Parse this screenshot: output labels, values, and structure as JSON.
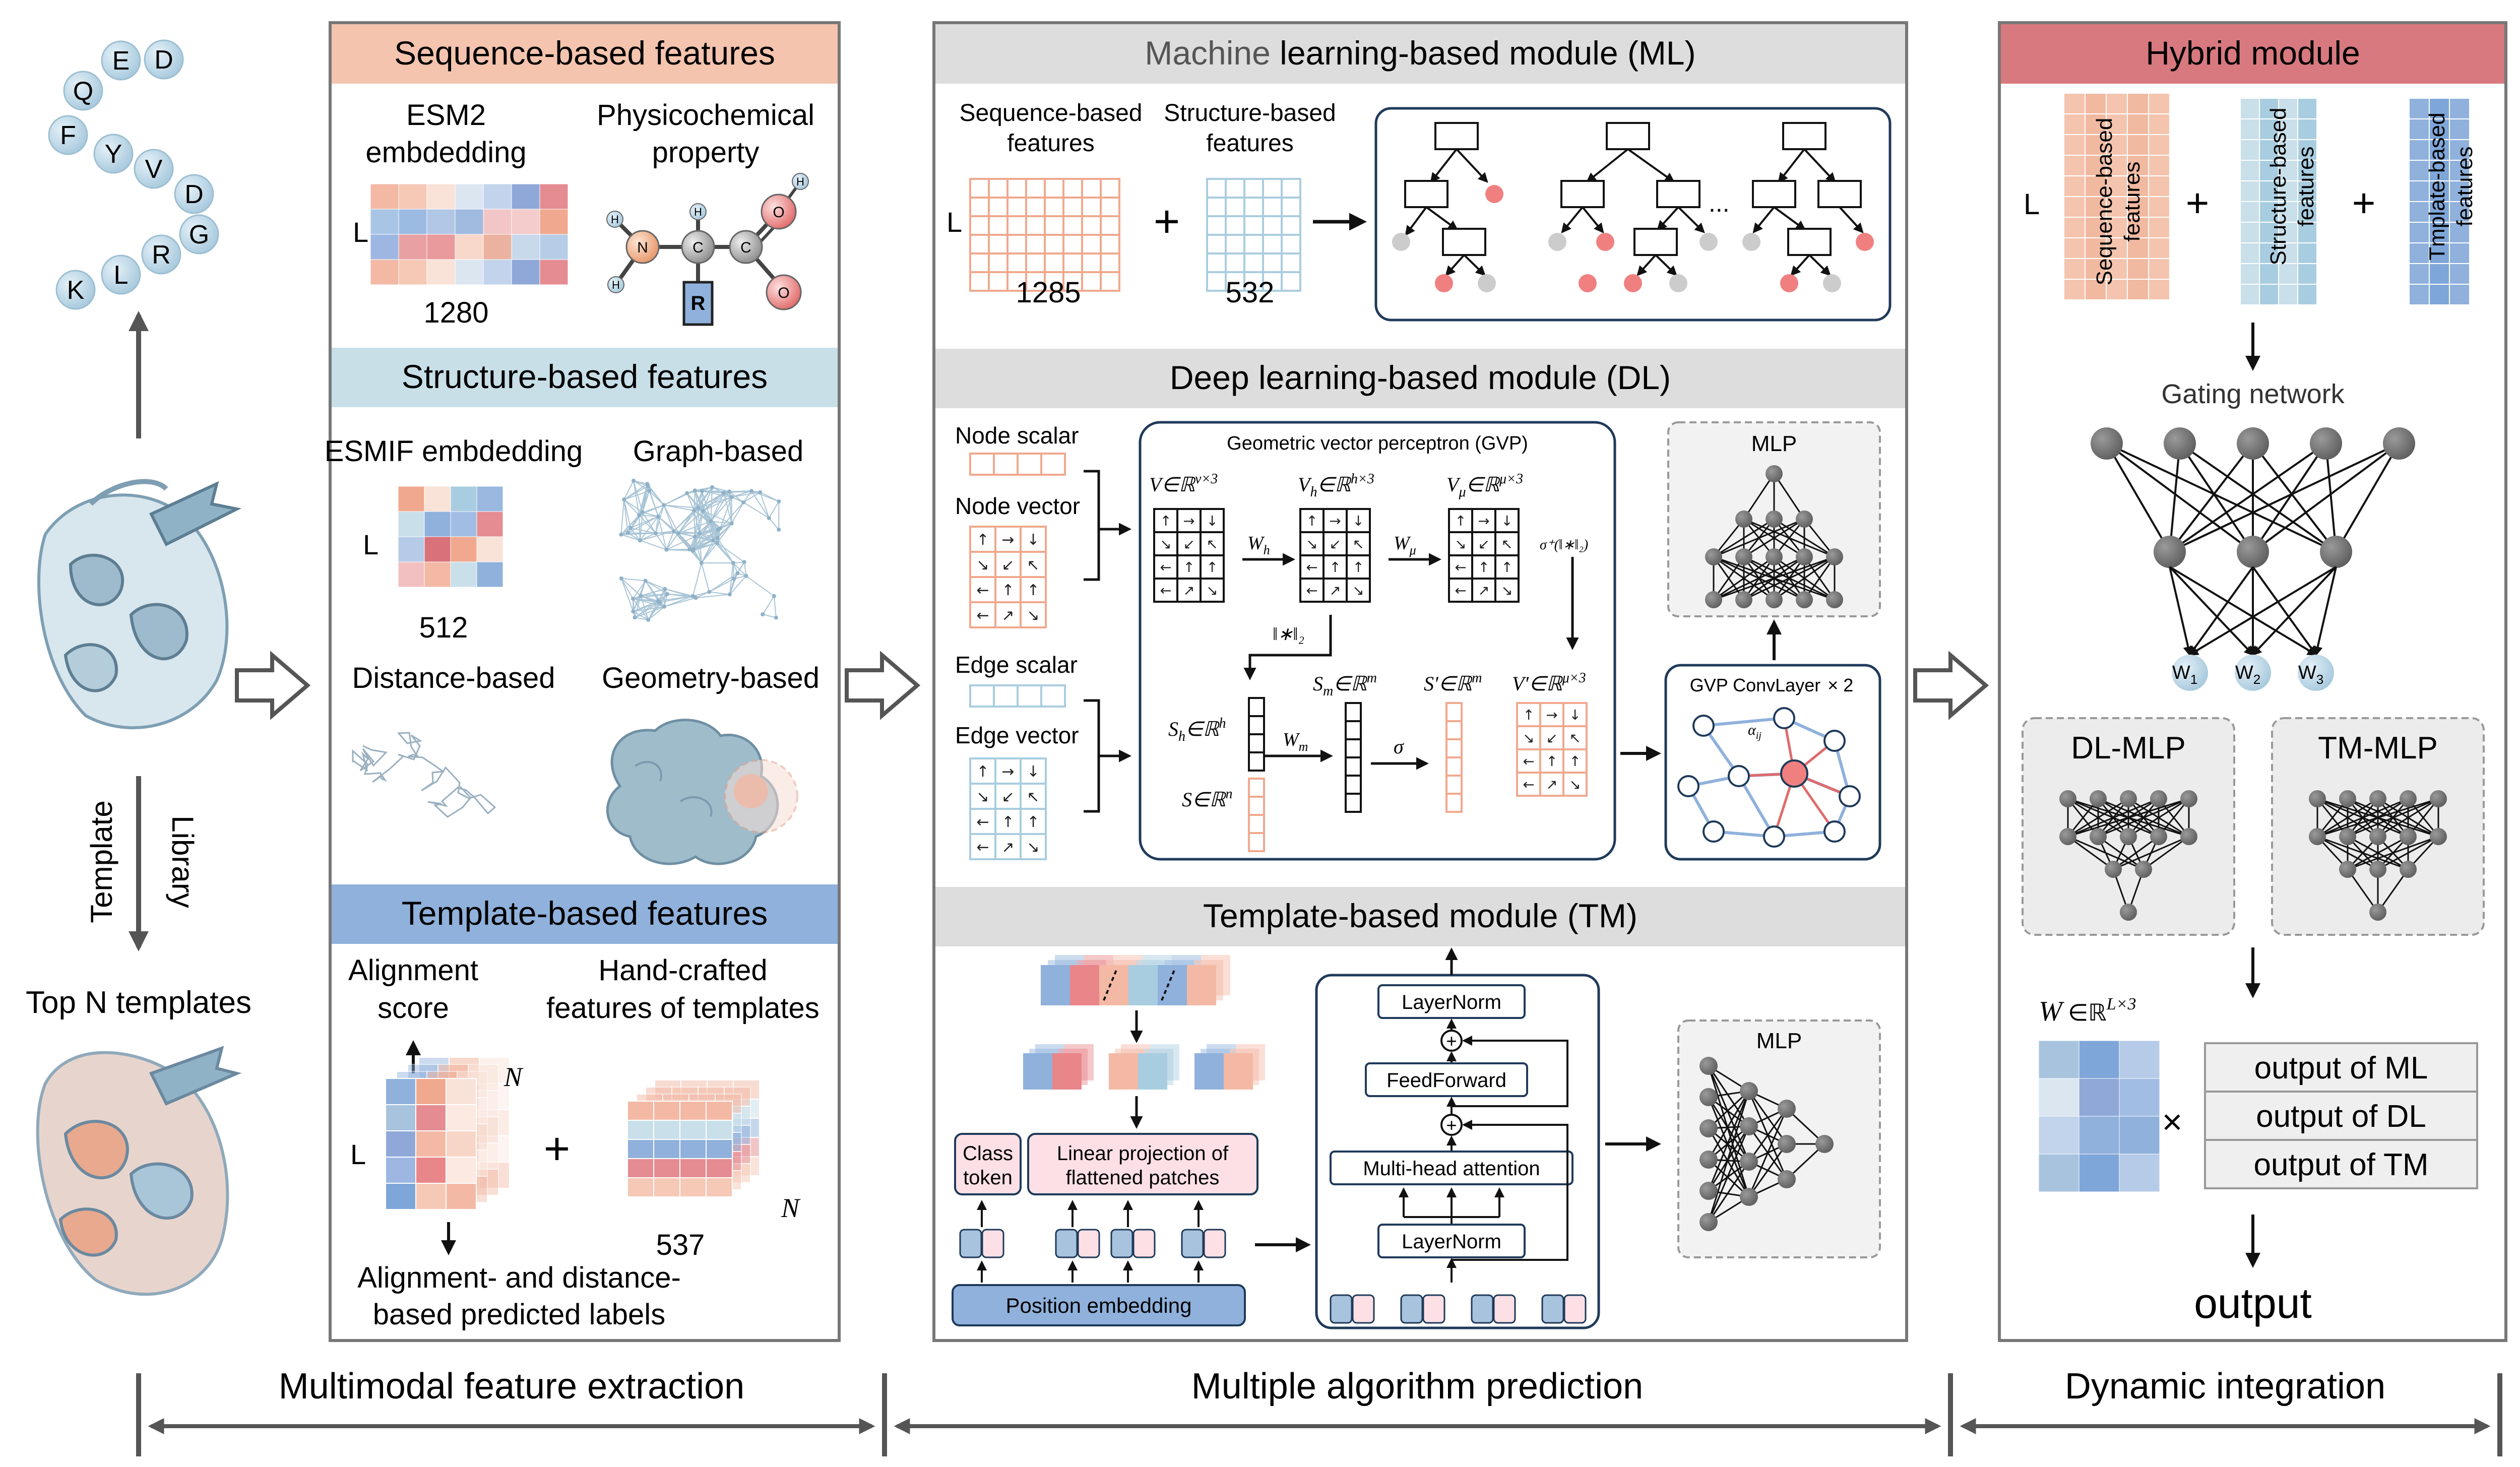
{
  "protein_seq": [
    "Q",
    "E",
    "D",
    "F",
    "Y",
    "V",
    "D",
    "G",
    "R",
    "L",
    "K"
  ],
  "left": {
    "template_label": "Template",
    "library_label": "Library",
    "top_n_label": "Top N templates"
  },
  "panel1": {
    "seq_header": "Sequence-based features",
    "esm2_line1": "ESM2",
    "esm2_line2": "embdedding",
    "physico_line1": "Physicochemical",
    "physico_line2": "property",
    "L": "L",
    "dim_1280": "1280",
    "atom_N": "N",
    "atom_C": "C",
    "atom_H": "H",
    "atom_O": "O",
    "atom_R": "R",
    "struct_header": "Structure-based features",
    "esmif_label": "ESMIF embdedding",
    "graph_label": "Graph-based",
    "dim_512": "512",
    "distance_label": "Distance-based",
    "geometry_label": "Geometry-based",
    "template_header": "Template-based features",
    "align_line1": "Alignment",
    "align_line2": "score",
    "hand_line1": "Hand-crafted",
    "hand_line2": "features of templates",
    "N": "N",
    "plus": "+",
    "dim_537": "537",
    "labels_line1": "Alignment- and distance-",
    "labels_line2": "based predicted labels"
  },
  "panel2": {
    "ml_header_a": "Machine",
    "ml_header_b": " learning-based module (ML)",
    "ml_seq_line1": "Sequence-based",
    "ml_seq_line2": "features",
    "ml_struct_line1": "Structure-based",
    "ml_struct_line2": "features",
    "L": "L",
    "plus": "+",
    "dim_1285": "1285",
    "dim_532": "532",
    "ellipsis": "...",
    "dl_header": "Deep learning-based module (DL)",
    "node_scalar": "Node scalar",
    "node_vector": "Node vector",
    "edge_scalar": "Edge scalar",
    "edge_vector": "Edge vector",
    "gvp_title": "Geometric vector perceptron (GVP)",
    "V": "V∈ℝ",
    "V_sup": "v×3",
    "Vh": "V",
    "Vh_sub": "h",
    "Vh_rest": "∈ℝ",
    "Vh_sup": "h×3",
    "Vmu": "V",
    "Vmu_sub": "μ",
    "Vmu_rest": "∈ℝ",
    "Vmu_sup": "μ×3",
    "Wh": "W",
    "Wh_sub": "h",
    "Wmu": "W",
    "Wmu_sub": "μ",
    "sigma_plus": "σ⁺(‖∗‖₂)",
    "norm": "‖∗‖₂",
    "Sh": "S",
    "Sh_sub": "h",
    "Sh_rest": "∈ℝ",
    "Sh_sup": "h",
    "S": "S∈ℝ",
    "S_sup": "n",
    "Wm": "W",
    "Wm_sub": "m",
    "Sm": "S",
    "Sm_sub": "m",
    "Sm_rest": "∈ℝ",
    "Sm_sup": "m",
    "sigma": "σ",
    "Sp": "S′∈ℝ",
    "Sp_sup": "m",
    "Vp": "V′∈ℝ",
    "Vp_sup": "μ×3",
    "mlp": "MLP",
    "gvp_conv": "GVP ConvLayer",
    "times2": "× 2",
    "alpha_ij": "α",
    "alpha_sub": "ij",
    "tm_header": "Template-based module (TM)",
    "class_token_1": "Class",
    "class_token_2": "token",
    "linear_proj_1": "Linear projection of",
    "linear_proj_2": "flattened patches",
    "position_embedding": "Position embedding",
    "layernorm_top": "LayerNorm",
    "feedforward": "FeedForward",
    "mha": "Multi-head attention",
    "layernorm_bottom": "LayerNorm",
    "plus_circle": "+",
    "mlp2": "MLP"
  },
  "panel3": {
    "hybrid_header": "Hybrid module",
    "L": "L",
    "seq_feat_1": "Sequence-based",
    "seq_feat_2": "features",
    "struct_feat_1": "Structure-based",
    "struct_feat_2": "features",
    "tmpl_feat_1": "Tmplate-based",
    "tmpl_feat_2": "features",
    "plus": "+",
    "gating": "Gating network",
    "w1": "W",
    "w1_sub": "1",
    "w2": "W",
    "w2_sub": "2",
    "w3": "W",
    "w3_sub": "3",
    "dl_mlp": "DL-MLP",
    "tm_mlp": "TM-MLP",
    "W_matrix": "W",
    "W_rest": " ∈ℝ",
    "W_sup": "L×3",
    "times": "×",
    "out_ml": "output of ML",
    "out_dl": "output of DL",
    "out_tm": "output of TM",
    "output": "output"
  },
  "bottom": {
    "stage1": "Multimodal feature extraction",
    "stage2": "Multiple algorithm prediction",
    "stage3": "Dynamic integration"
  },
  "colors": {
    "salmon_header": "#f4c4ae",
    "blue_header": "#c8dfe8",
    "tmpl_header": "#8fb1dc",
    "grey_header": "#dddddd",
    "hybrid_header": "#d8797f",
    "salmon": "#f0a98e",
    "light_blue": "#a9cde0",
    "mid_blue": "#7fa6d8",
    "red_node": "#f08080",
    "grey_node": "#777777"
  }
}
